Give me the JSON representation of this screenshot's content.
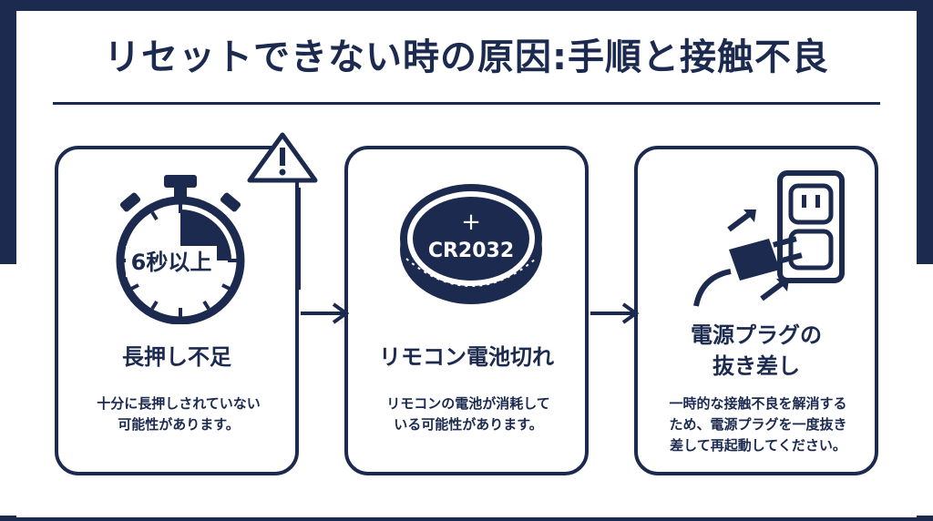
{
  "title": "リセットできない時の原因:手順と接触不良",
  "cards": [
    {
      "timer_label": "6秒以上",
      "title": "長押し不足",
      "desc_line1": "十分に長押しされていない",
      "desc_line2": "可能性があります。"
    },
    {
      "battery_plus": "+",
      "battery_label": "CR2032",
      "title": "リモコン電池切れ",
      "desc_line1": "リモコンの電池が消耗して",
      "desc_line2": "いる可能性があります。"
    },
    {
      "title_line1": "電源プラグの",
      "title_line2": "抜き差し",
      "desc_line1": "一時的な接触不良を解消する",
      "desc_line2": "ため、電源プラグを一度抜き",
      "desc_line3": "差して再起動してください。"
    }
  ],
  "icons": {
    "warning": "warning-icon",
    "timer": "stopwatch-icon",
    "battery": "coin-battery-icon",
    "plug": "power-plug-icon",
    "arrow": "right-arrow-icon"
  },
  "colors": {
    "navy": "#1b2a4e",
    "background": "#ffffff"
  }
}
